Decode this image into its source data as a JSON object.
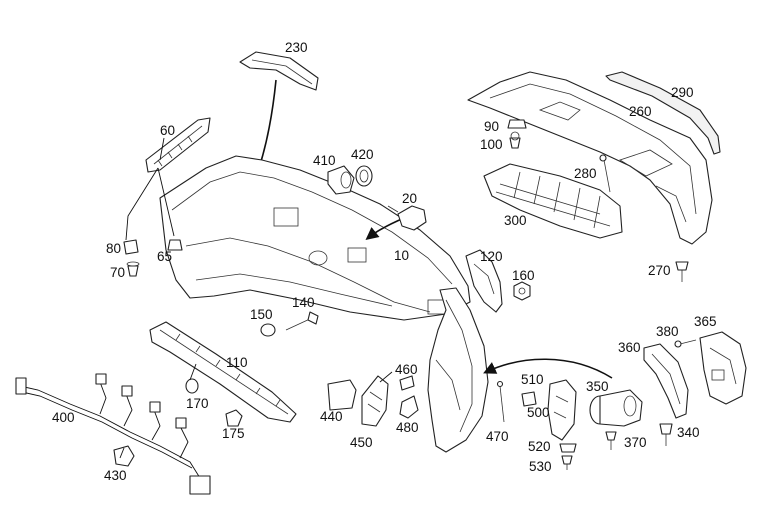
{
  "diagram": {
    "labels": {
      "p10": "10",
      "p20": "20",
      "p60": "60",
      "p65": "65",
      "p70": "70",
      "p80": "80",
      "p90": "90",
      "p100": "100",
      "p110": "110",
      "p120": "120",
      "p140": "140",
      "p150": "150",
      "p160": "160",
      "p170": "170",
      "p175": "175",
      "p230": "230",
      "p260": "260",
      "p270": "270",
      "p280": "280",
      "p290": "290",
      "p300": "300",
      "p340": "340",
      "p350": "350",
      "p360": "360",
      "p365": "365",
      "p370": "370",
      "p380": "380",
      "p400": "400",
      "p410": "410",
      "p420": "420",
      "p430": "430",
      "p440": "440",
      "p450": "450",
      "p460": "460",
      "p470": "470",
      "p480": "480",
      "p500": "500",
      "p510": "510",
      "p520": "520",
      "p530": "530"
    }
  }
}
